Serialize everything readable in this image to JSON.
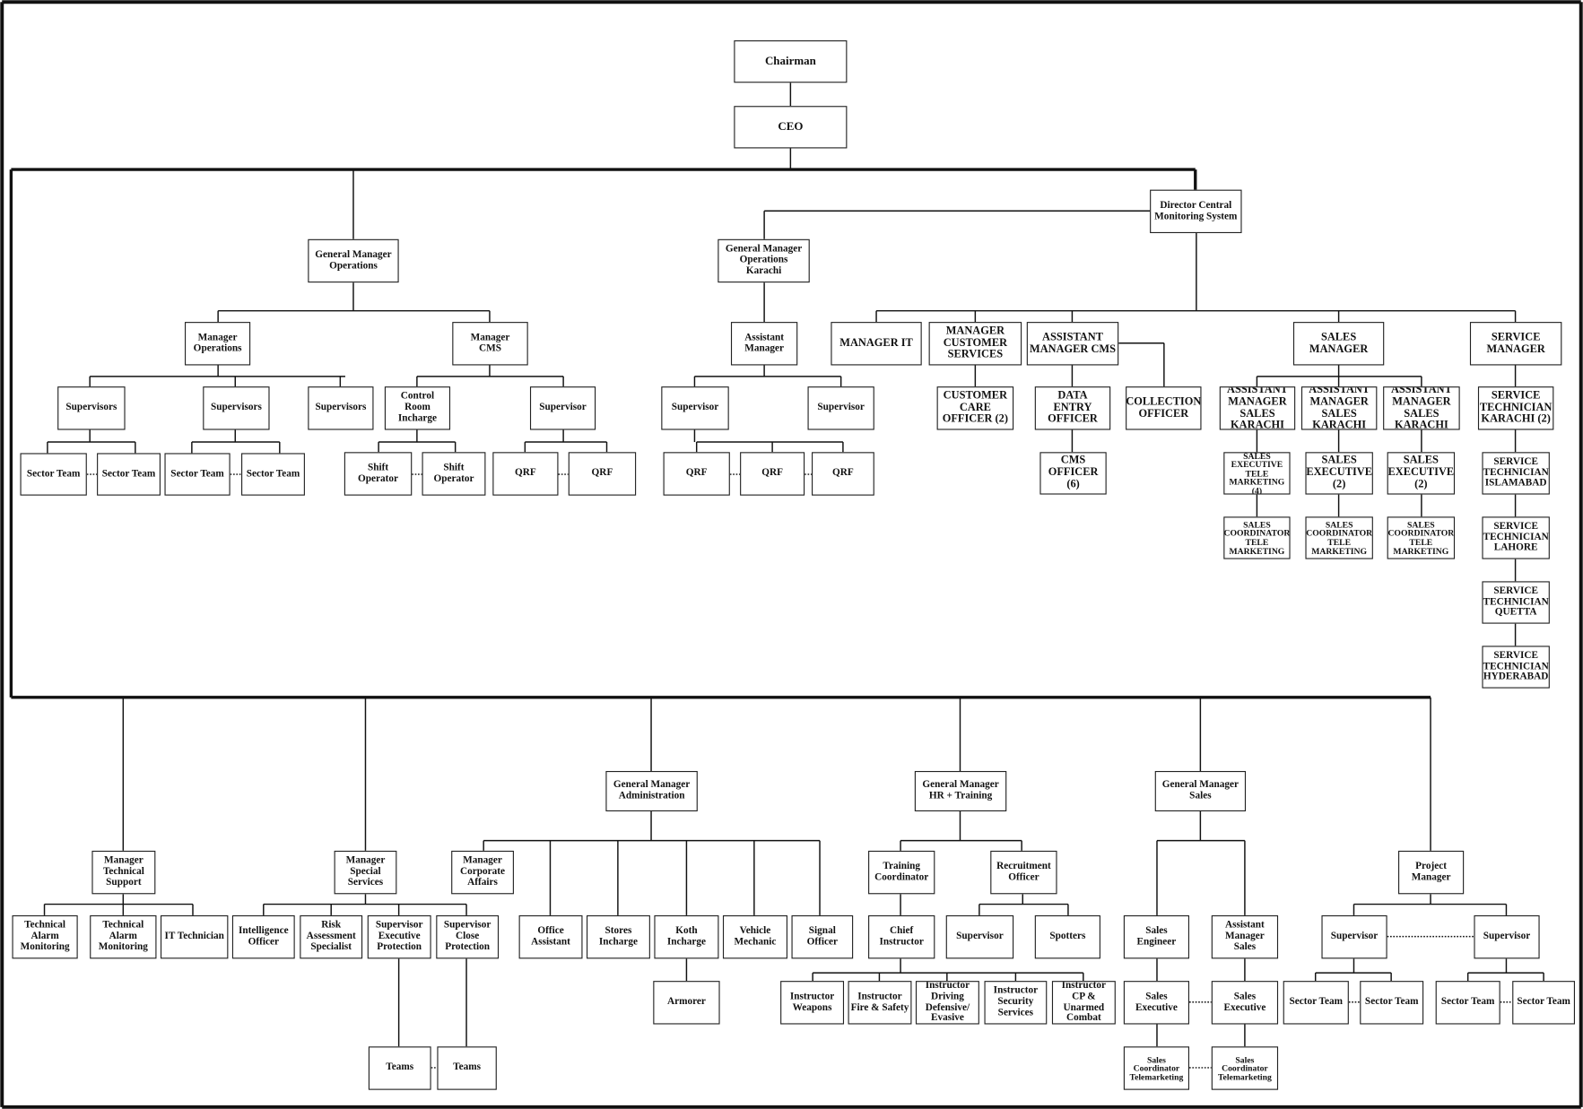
{
  "org_chart": {
    "nodes": {
      "chairman": "Chairman",
      "ceo": "CEO",
      "director_cms": "Director Central\nMonitoring System",
      "gm_operations": "General Manager\nOperations",
      "gm_operations_karachi": "General Manager\nOperations\nKarachi",
      "manager_it": "MANAGER IT",
      "manager_customer_services": "MANAGER\nCUSTOMER\nSERVICES",
      "assistant_manager_cms": "ASSISTANT\nMANAGER CMS",
      "sales_manager": "SALES\nMANAGER",
      "service_manager": "SERVICE\nMANAGER",
      "customer_care_officer": "CUSTOMER\nCARE\nOFFICER (2)",
      "data_entry_officer": "DATA\nENTRY\nOFFICER",
      "collection_officer": "COLLECTION\nOFFICER",
      "cms_officer": "CMS\nOFFICER\n(6)",
      "asst_mgr_sales_karachi_1": "ASSISTANT\nMANAGER\nSALES\nKARACHI",
      "asst_mgr_sales_karachi_2": "ASSISTANT\nMANAGER\nSALES\nKARACHI",
      "asst_mgr_sales_karachi_3": "ASSISTANT\nMANAGER\nSALES\nKARACHI",
      "sales_exec_tele_marketing": "SALES\nEXECUTIVE\nTELE\nMARKETING (4)",
      "sales_executive_2a": "SALES\nEXECUTIVE\n(2)",
      "sales_executive_2b": "SALES\nEXECUTIVE\n(2)",
      "sales_coord_tele_1": "SALES\nCOORDINATOR\nTELE\nMARKETING",
      "sales_coord_tele_2": "SALES\nCOORDINATOR\nTELE\nMARKETING",
      "sales_coord_tele_3": "SALES\nCOORDINATOR\nTELE\nMARKETING",
      "service_tech_karachi": "SERVICE\nTECHNICIAN\nKARACHI (2)",
      "service_tech_islamabad": "SERVICE\nTECHNICIAN\nISLAMABAD",
      "service_tech_lahore": "SERVICE\nTECHNICIAN\nLAHORE",
      "service_tech_quetta": "SERVICE\nTECHNICIAN\nQUETTA",
      "service_tech_hyderabad": "SERVICE\nTECHNICIAN\nHYDERABAD",
      "manager_operations": "Manager\nOperations",
      "manager_cms": "Manager\nCMS",
      "supervisors_1": "Supervisors",
      "supervisors_2": "Supervisors",
      "supervisors_3": "Supervisors",
      "sector_team_1": "Sector Team",
      "sector_team_2": "Sector Team",
      "sector_team_3": "Sector Team",
      "sector_team_4": "Sector Team",
      "control_room_incharge": "Control\nRoom\nIncharge",
      "cms_supervisor": "Supervisor",
      "shift_operator_1": "Shift\nOperator",
      "shift_operator_2": "Shift\nOperator",
      "qrf_1": "QRF",
      "qrf_2": "QRF",
      "karachi_assistant_manager": "Assistant\nManager",
      "karachi_supervisor_1": "Supervisor",
      "karachi_supervisor_2": "Supervisor",
      "karachi_qrf_1": "QRF",
      "karachi_qrf_2": "QRF",
      "karachi_qrf_3": "QRF",
      "manager_technical_support": "Manager\nTechnical\nSupport",
      "technical_alarm_monitoring_1": "Technical\nAlarm\nMonitoring",
      "technical_alarm_monitoring_2": "Technical\nAlarm\nMonitoring",
      "it_technician": "IT Technician",
      "manager_special_services": "Manager\nSpecial\nServices",
      "intelligence_officer": "Intelligence\nOfficer",
      "risk_assessment_specialist": "Risk\nAssessment\nSpecialist",
      "supervisor_executive_protection": "Supervisor\nExecutive\nProtection",
      "supervisor_close_protection": "Supervisor\nClose\nProtection",
      "teams_1": "Teams",
      "teams_2": "Teams",
      "gm_administration": "General Manager\nAdministration",
      "manager_corporate_affairs": "Manager\nCorporate\nAffairs",
      "office_assistant": "Office\nAssistant",
      "stores_incharge": "Stores\nIncharge",
      "koth_incharge": "Koth\nIncharge",
      "vehicle_mechanic": "Vehicle\nMechanic",
      "signal_officer": "Signal\nOfficer",
      "armorer": "Armorer",
      "gm_hr_training": "General Manager\nHR + Training",
      "training_coordinator": "Training\nCoordinator",
      "recruitment_officer": "Recruitment\nOfficer",
      "chief_instructor": "Chief\nInstructor",
      "hr_supervisor": "Supervisor",
      "spotters": "Spotters",
      "instructor_weapons": "Instructor\nWeapons",
      "instructor_fire_safety": "Instructor\nFire & Safety",
      "instructor_driving": "Instructor\nDriving\nDefensive/\nEvasive",
      "instructor_security": "Instructor\nSecurity\nServices",
      "instructor_cp_unarmed": "Instructor\nCP &\nUnarmed\nCombat",
      "gm_sales": "General Manager\nSales",
      "sales_engineer": "Sales\nEngineer",
      "assistant_manager_sales": "Assistant\nManager\nSales",
      "sales_executive_a": "Sales\nExecutive",
      "sales_executive_b": "Sales\nExecutive",
      "sales_coord_telemarketing_a": "Sales\nCoordinator\nTelemarketing",
      "sales_coord_telemarketing_b": "Sales\nCoordinator\nTelemarketing",
      "project_manager": "Project\nManager",
      "project_supervisor_1": "Supervisor",
      "project_supervisor_2": "Supervisor",
      "project_sector_team_1": "Sector Team",
      "project_sector_team_2": "Sector Team",
      "project_sector_team_3": "Sector Team",
      "project_sector_team_4": "Sector Team"
    }
  }
}
